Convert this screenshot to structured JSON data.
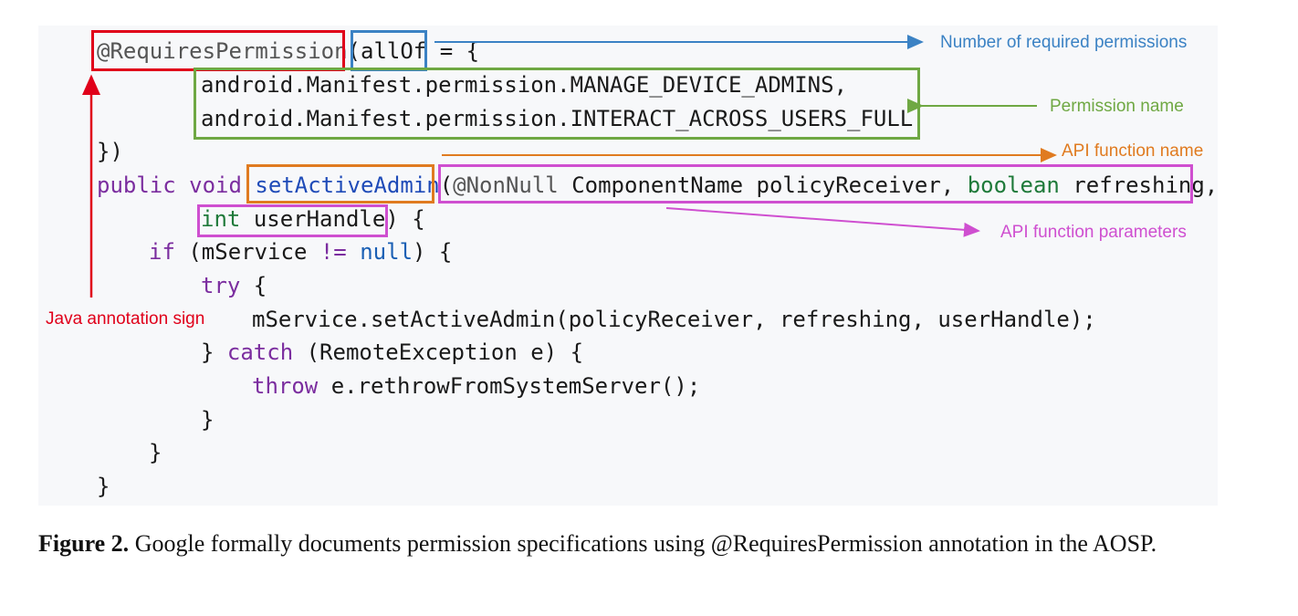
{
  "code": {
    "l1": {
      "annotation": "@RequiresPermission",
      "paren": "(",
      "allof": "allOf",
      "rest": " = {"
    },
    "l2": "android.Manifest.permission.MANAGE_DEVICE_ADMINS,",
    "l3": "android.Manifest.permission.INTERACT_ACROSS_USERS_FULL",
    "l4": "})",
    "l5": {
      "public": "public",
      "void": "void",
      "method": "setActiveAdmin",
      "paren": "(",
      "nonnull": "@NonNull",
      "type1": "ComponentName",
      "param1": "policyReceiver,",
      "bool": "boolean",
      "param2": "refreshing,"
    },
    "l6": {
      "int": "int",
      "param3": "userHandle",
      "close": ") {"
    },
    "l7": {
      "if": "if",
      "cond_a": "(mService ",
      "op": "!=",
      "null": "null",
      "cond_b": ") {"
    },
    "l8": {
      "try": "try",
      "rest": " {"
    },
    "l9": "mService.setActiveAdmin(policyReceiver, refreshing, userHandle);",
    "l10": {
      "pre": "} ",
      "catch": "catch",
      "rest": " (RemoteException e) {"
    },
    "l11": {
      "throw": "throw",
      "rest": " e.rethrowFromSystemServer();"
    },
    "l12": "}",
    "l13": "}",
    "l14": "}"
  },
  "labels": {
    "num_perms": "Number of required permissions",
    "perm_name": "Permission name",
    "api_name": "API function name",
    "api_params": "API function parameters",
    "java_sign": "Java annotation sign"
  },
  "colors": {
    "red": "#e0001a",
    "blue": "#3b82c4",
    "green": "#6fa843",
    "orange": "#e07b20",
    "magenta": "#cf4fd0"
  },
  "caption": {
    "label": "Figure 2.",
    "text": " Google formally documents permission specifications using @RequiresPermission annotation in the AOSP."
  }
}
